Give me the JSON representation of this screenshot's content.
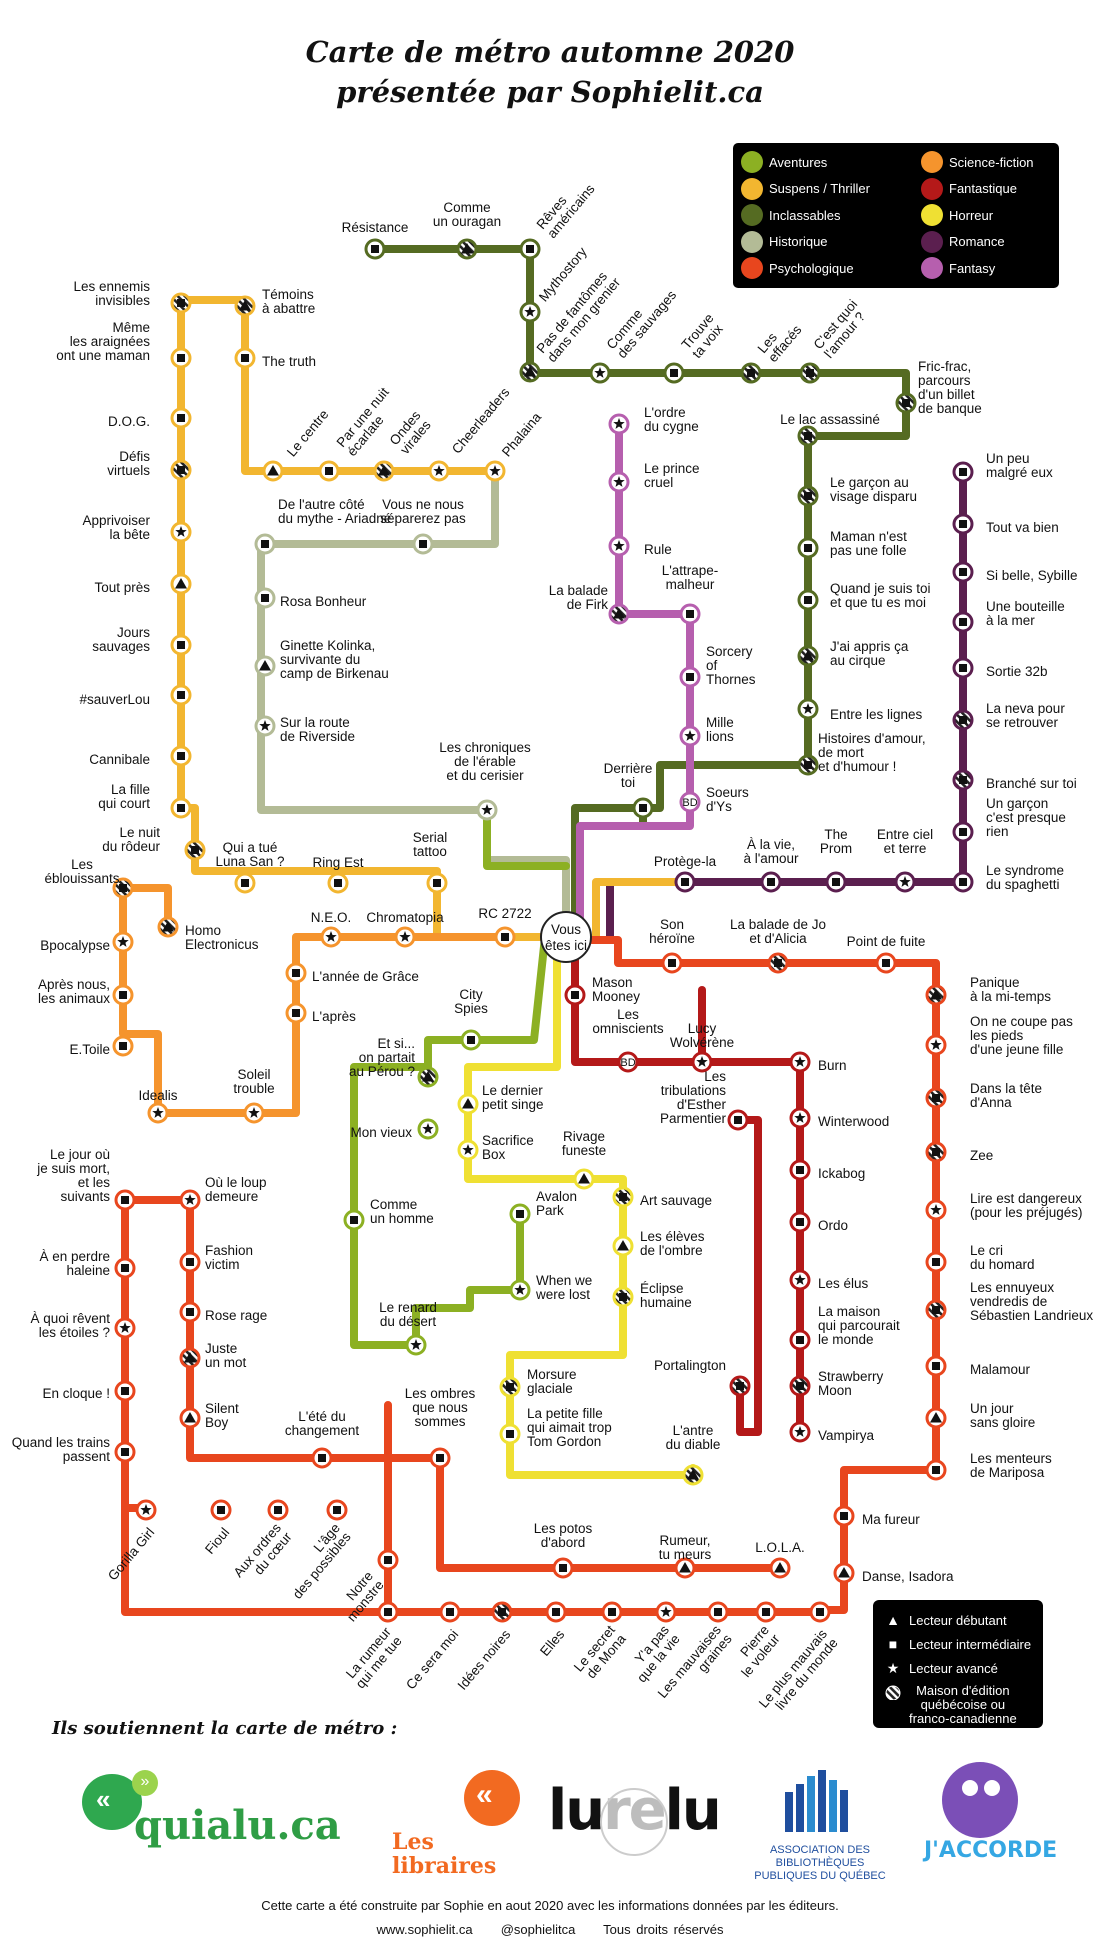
{
  "title": {
    "line1": "Carte de métro automne 2020",
    "line2": "présentée par Sophielit.ca"
  },
  "legend": [
    {
      "label": "Aventures",
      "color": "#8cb023"
    },
    {
      "label": "Suspens / Thriller",
      "color": "#f2b630"
    },
    {
      "label": "Inclassables",
      "color": "#556b22"
    },
    {
      "label": "Historique",
      "color": "#b3bb96"
    },
    {
      "label": "Psychologique",
      "color": "#e8461e"
    },
    {
      "label": "Science-fiction",
      "color": "#f5942d"
    },
    {
      "label": "Fantastique",
      "color": "#b41919"
    },
    {
      "label": "Horreur",
      "color": "#efe033"
    },
    {
      "label": "Romance",
      "color": "#5b1f4f"
    },
    {
      "label": "Fantasy",
      "color": "#b65fae"
    }
  ],
  "hub": {
    "line1": "Vous",
    "line2": "êtes ici"
  },
  "key": {
    "debutant": "Lecteur débutant",
    "intermediaire": "Lecteur intermédiaire",
    "avance": "Lecteur avancé",
    "maison_l1": "Maison d'édition",
    "maison_l2": "québécoise ou",
    "maison_l3": "franco-canadienne"
  },
  "support_title": "Ils soutiennent la carte de métro :",
  "logos": {
    "quialu": "quialu.ca",
    "libraires_l1": "Les",
    "libraires_l2": "libraires",
    "lurelu_a": "lu",
    "lurelu_b": "re",
    "lurelu_c": "lu",
    "abpq_l1": "ASSOCIATION DES BIBLIOTHÈQUES",
    "abpq_l2": "PUBLIQUES DU QUÉBEC",
    "jaccorde": "J'ACCORDE"
  },
  "footer": {
    "line1": "Cette carte a été construite par Sophie en aout 2020 avec les informations données par les éditeurs.",
    "site": "www.sophielit.ca",
    "handle": "@sophielitca",
    "rights": "Tous droits réservés"
  },
  "lines": [
    {
      "id": "yellow",
      "color": "#f2b630",
      "stations": [
        {
          "l": [
            "Les ennemis",
            "invisibles"
          ],
          "s": "Q"
        },
        {
          "l": [
            "Même",
            "les araignées",
            "ont une maman"
          ],
          "s": "sq"
        },
        {
          "l": [
            "D.O.G."
          ],
          "s": "sq"
        },
        {
          "l": [
            "Défis",
            "virtuels"
          ],
          "s": "Q"
        },
        {
          "l": [
            "Apprivoiser",
            "la bête"
          ],
          "s": "st"
        },
        {
          "l": [
            "Tout près"
          ],
          "s": "tr"
        },
        {
          "l": [
            "Jours",
            "sauvages"
          ],
          "s": "sq"
        },
        {
          "l": [
            "#sauverLou"
          ],
          "s": "sq"
        },
        {
          "l": [
            "Cannibale"
          ],
          "s": "sq"
        },
        {
          "l": [
            "La fille",
            "qui court"
          ],
          "s": "sq"
        },
        {
          "l": [
            "Le nuit",
            "du rôdeur"
          ],
          "s": "Q"
        },
        {
          "l": [
            "Qui a tué",
            "Luna San ?"
          ],
          "s": "sq"
        },
        {
          "l": [
            "Ring Est"
          ],
          "s": "sq"
        },
        {
          "l": [
            "Serial",
            "tattoo"
          ],
          "s": "sq"
        },
        {
          "l": [
            "Témoins",
            "à abattre"
          ],
          "s": "T"
        },
        {
          "l": [
            "The truth"
          ],
          "s": "sq"
        },
        {
          "l": [
            "Le centre"
          ],
          "s": "tr"
        },
        {
          "l": [
            "Par une nuit",
            "écarlate"
          ],
          "s": "sq"
        },
        {
          "l": [
            "Ondes",
            "virales"
          ],
          "s": "T"
        },
        {
          "l": [
            "Cheerleaders"
          ],
          "s": "st"
        },
        {
          "l": [
            "Phalaina"
          ],
          "s": "st"
        }
      ]
    },
    {
      "id": "historique",
      "color": "#b3bb96",
      "stations": [
        {
          "l": [
            "De l'autre côté",
            "du mythe - Ariadné"
          ],
          "s": "sq"
        },
        {
          "l": [
            "Vous ne nous",
            "séparerez pas"
          ],
          "s": "sq"
        },
        {
          "l": [
            "Rosa Bonheur"
          ],
          "s": "sq"
        },
        {
          "l": [
            "Ginette Kolinka,",
            "survivante du",
            "camp de Birkenau"
          ],
          "s": "tr"
        },
        {
          "l": [
            "Sur la route",
            "de Riverside"
          ],
          "s": "st"
        },
        {
          "l": [
            "Les chroniques",
            "de l'érable",
            "et du cerisier"
          ],
          "s": "st"
        }
      ]
    },
    {
      "id": "inclassables",
      "color": "#556b22",
      "stations": [
        {
          "l": [
            "Résistance"
          ],
          "s": "sq"
        },
        {
          "l": [
            "Comme",
            "un ouragan"
          ],
          "s": "T"
        },
        {
          "l": [
            "Rêves",
            "américains"
          ],
          "s": "sq"
        },
        {
          "l": [
            "Mythostory"
          ],
          "s": "st"
        },
        {
          "l": [
            "Pas de fantômes",
            "dans mon grenier"
          ],
          "s": "T"
        },
        {
          "l": [
            "Comme",
            "des sauvages"
          ],
          "s": "st"
        },
        {
          "l": [
            "Trouve",
            "ta voix"
          ],
          "s": "sq"
        },
        {
          "l": [
            "Les",
            "effacés"
          ],
          "s": "Q"
        },
        {
          "l": [
            "C'est quoi",
            "l'amour ?"
          ],
          "s": "Q"
        },
        {
          "l": [
            "Fric-frac,",
            "parcours",
            "d'un billet",
            "de banque"
          ],
          "s": "Q"
        },
        {
          "l": [
            "Le lac assassiné"
          ],
          "s": "Q"
        },
        {
          "l": [
            "Le garçon au",
            "visage disparu"
          ],
          "s": "Q"
        },
        {
          "l": [
            "Maman n'est",
            "pas une folle"
          ],
          "s": "sq"
        },
        {
          "l": [
            "Quand je suis toi",
            "et que tu es moi"
          ],
          "s": "sq"
        },
        {
          "l": [
            "J'ai appris ça",
            "au cirque"
          ],
          "s": "T"
        },
        {
          "l": [
            "Entre les lignes"
          ],
          "s": "st"
        },
        {
          "l": [
            "Histoires d'amour,",
            "de mort",
            "et d'humour !"
          ],
          "s": "Q"
        },
        {
          "l": [
            "Derrière",
            "toi"
          ],
          "s": "sq"
        }
      ]
    },
    {
      "id": "fantasy",
      "color": "#b65fae",
      "stations": [
        {
          "l": [
            "L'ordre",
            "du cygne"
          ],
          "s": "st"
        },
        {
          "l": [
            "Le prince",
            "cruel"
          ],
          "s": "st"
        },
        {
          "l": [
            "Rule"
          ],
          "s": "st"
        },
        {
          "l": [
            "La balade",
            "de Firk"
          ],
          "s": "T"
        },
        {
          "l": [
            "L'attrape-",
            "malheur"
          ],
          "s": "sq"
        },
        {
          "l": [
            "Sorcery",
            "of",
            "Thornes"
          ],
          "s": "sq"
        },
        {
          "l": [
            "Mille",
            "lions"
          ],
          "s": "st"
        },
        {
          "l": [
            "Soeurs",
            "d'Ys"
          ],
          "s": "bd"
        }
      ]
    },
    {
      "id": "romance",
      "color": "#5b1f4f",
      "stations": [
        {
          "l": [
            "Un peu",
            "malgré eux"
          ],
          "s": "sq"
        },
        {
          "l": [
            "Tout va bien"
          ],
          "s": "sq"
        },
        {
          "l": [
            "Si belle, Sybille"
          ],
          "s": "sq"
        },
        {
          "l": [
            "Une bouteille",
            "à la mer"
          ],
          "s": "sq"
        },
        {
          "l": [
            "Sortie 32b"
          ],
          "s": "sq"
        },
        {
          "l": [
            "La neva pour",
            "se retrouver"
          ],
          "s": "Q"
        },
        {
          "l": [
            "Branché sur toi"
          ],
          "s": "Q"
        },
        {
          "l": [
            "Un garçon",
            "c'est presque",
            "rien"
          ],
          "s": "sq"
        },
        {
          "l": [
            "Le syndrome",
            "du spaghetti"
          ],
          "s": "sq"
        },
        {
          "l": [
            "Entre ciel",
            "et terre"
          ],
          "s": "st"
        },
        {
          "l": [
            "The",
            "Prom"
          ],
          "s": "sq"
        },
        {
          "l": [
            "À la vie,",
            "à l'amour"
          ],
          "s": "sq"
        },
        {
          "l": [
            "Protège-la"
          ],
          "s": "sq"
        }
      ]
    },
    {
      "id": "scifi",
      "color": "#f5942d",
      "stations": [
        {
          "l": [
            "RC 2722"
          ],
          "s": "sq"
        },
        {
          "l": [
            "Chromatopia"
          ],
          "s": "st"
        },
        {
          "l": [
            "N.E.O."
          ],
          "s": "st"
        },
        {
          "l": [
            "L'année de Grâce"
          ],
          "s": "sq"
        },
        {
          "l": [
            "L'après"
          ],
          "s": "sq"
        },
        {
          "l": [
            "Soleil",
            "trouble"
          ],
          "s": "st"
        },
        {
          "l": [
            "Idealis"
          ],
          "s": "st"
        },
        {
          "l": [
            "E.Toile"
          ],
          "s": "sq"
        },
        {
          "l": [
            "Après nous,",
            "les animaux"
          ],
          "s": "sq"
        },
        {
          "l": [
            "Bpocalypse"
          ],
          "s": "st"
        },
        {
          "l": [
            "Les",
            "éblouissants"
          ],
          "s": "Q"
        },
        {
          "l": [
            "Homo",
            "Electronicus"
          ],
          "s": "T"
        }
      ]
    },
    {
      "id": "aventures",
      "color": "#8cb023",
      "stations": [
        {
          "l": [
            "City",
            "Spies"
          ],
          "s": "sq"
        },
        {
          "l": [
            "Et si...",
            "on partait",
            "au Pérou ?"
          ],
          "s": "T"
        },
        {
          "l": [
            "Mon vieux"
          ],
          "s": "st"
        },
        {
          "l": [
            "Comme",
            "un homme"
          ],
          "s": "sq"
        },
        {
          "l": [
            "Le renard",
            "du désert"
          ],
          "s": "st"
        },
        {
          "l": [
            "When we",
            "were lost"
          ],
          "s": "st"
        },
        {
          "l": [
            "Avalon",
            "Park"
          ],
          "s": "sq"
        }
      ]
    },
    {
      "id": "horreur",
      "color": "#efe033",
      "stations": [
        {
          "l": [
            "Le dernier",
            "petit singe"
          ],
          "s": "tr"
        },
        {
          "l": [
            "Sacrifice",
            "Box"
          ],
          "s": "st"
        },
        {
          "l": [
            "Rivage",
            "funeste"
          ],
          "s": "tr"
        },
        {
          "l": [
            "Art sauvage"
          ],
          "s": "Q"
        },
        {
          "l": [
            "Les élèves",
            "de l'ombre"
          ],
          "s": "tr"
        },
        {
          "l": [
            "Éclipse",
            "humaine"
          ],
          "s": "Q"
        },
        {
          "l": [
            "Morsure",
            "glaciale"
          ],
          "s": "Q"
        },
        {
          "l": [
            "La petite fille",
            "qui aimait trop",
            "Tom Gordon"
          ],
          "s": "sq"
        },
        {
          "l": [
            "L'antre",
            "du diable"
          ],
          "s": "T"
        }
      ]
    },
    {
      "id": "fantastique",
      "color": "#b41919",
      "stations": [
        {
          "l": [
            "Mason",
            "Mooney"
          ],
          "s": "sq"
        },
        {
          "l": [
            "Les",
            "omniscients"
          ],
          "s": "bd"
        },
        {
          "l": [
            "Lucy",
            "Wolvérène"
          ],
          "s": "st"
        },
        {
          "l": [
            "Burn"
          ],
          "s": "st"
        },
        {
          "l": [
            "Winterwood"
          ],
          "s": "st"
        },
        {
          "l": [
            "Ickabog"
          ],
          "s": "sq"
        },
        {
          "l": [
            "Ordo"
          ],
          "s": "sq"
        },
        {
          "l": [
            "Les élus"
          ],
          "s": "st"
        },
        {
          "l": [
            "La maison",
            "qui parcourait",
            "le monde"
          ],
          "s": "sq"
        },
        {
          "l": [
            "Strawberry",
            "Moon"
          ],
          "s": "Q"
        },
        {
          "l": [
            "Vampirya"
          ],
          "s": "st"
        },
        {
          "l": [
            "Les",
            "tribulations",
            "d'Esther",
            "Parmentier"
          ],
          "s": "sq"
        },
        {
          "l": [
            "Portalington"
          ],
          "s": "Q"
        }
      ]
    },
    {
      "id": "psycho",
      "color": "#e8461e",
      "stations": [
        {
          "l": [
            "Son",
            "héroïne"
          ],
          "s": "sq"
        },
        {
          "l": [
            "La balade de Jo",
            "et d'Alicia"
          ],
          "s": "Q"
        },
        {
          "l": [
            "Point de fuite"
          ],
          "s": "sq"
        },
        {
          "l": [
            "Panique",
            "à la mi-temps"
          ],
          "s": "T"
        },
        {
          "l": [
            "On ne coupe pas",
            "les pieds",
            "d'une jeune fille"
          ],
          "s": "st"
        },
        {
          "l": [
            "Dans la tête",
            "d'Anna"
          ],
          "s": "Q"
        },
        {
          "l": [
            "Zee"
          ],
          "s": "Q"
        },
        {
          "l": [
            "Lire est dangereux",
            "(pour les préjugés)"
          ],
          "s": "st"
        },
        {
          "l": [
            "Le cri",
            "du homard"
          ],
          "s": "sq"
        },
        {
          "l": [
            "Les ennuyeux",
            "vendredis de",
            "Sébastien Landrieux"
          ],
          "s": "Q"
        },
        {
          "l": [
            "Malamour"
          ],
          "s": "sq"
        },
        {
          "l": [
            "Un jour",
            "sans gloire"
          ],
          "s": "tr"
        },
        {
          "l": [
            "Les menteurs",
            "de Mariposa"
          ],
          "s": "sq"
        },
        {
          "l": [
            "Ma fureur"
          ],
          "s": "sq"
        },
        {
          "l": [
            "Danse, Isadora"
          ],
          "s": "tr"
        },
        {
          "l": [
            "Le plus mauvais",
            "livre du monde"
          ],
          "s": "sq"
        },
        {
          "l": [
            "Pierre",
            "le voleur"
          ],
          "s": "sq"
        },
        {
          "l": [
            "Les mauvaises",
            "graines"
          ],
          "s": "sq"
        },
        {
          "l": [
            "Y'a pas",
            "que la vie"
          ],
          "s": "st"
        },
        {
          "l": [
            "Le secret",
            "de Mona"
          ],
          "s": "sq"
        },
        {
          "l": [
            "Elles"
          ],
          "s": "sq"
        },
        {
          "l": [
            "Idées noires"
          ],
          "s": "Q"
        },
        {
          "l": [
            "Ce sera moi"
          ],
          "s": "sq"
        },
        {
          "l": [
            "La rumeur",
            "qui me tue"
          ],
          "s": "sq"
        },
        {
          "l": [
            "Notre",
            "monstre"
          ],
          "s": "sq"
        },
        {
          "l": [
            "L'âge",
            "des possibles"
          ],
          "s": "sq"
        },
        {
          "l": [
            "Aux ordres",
            "du cœur"
          ],
          "s": "sq"
        },
        {
          "l": [
            "Fioul"
          ],
          "s": "sq"
        },
        {
          "l": [
            "Gorilla Girl"
          ],
          "s": "st"
        },
        {
          "l": [
            "Quand les trains",
            "passent"
          ],
          "s": "sq"
        },
        {
          "l": [
            "En cloque !"
          ],
          "s": "sq"
        },
        {
          "l": [
            "À quoi rêvent",
            "les étoiles ?"
          ],
          "s": "st"
        },
        {
          "l": [
            "À en perdre",
            "haleine"
          ],
          "s": "sq"
        },
        {
          "l": [
            "Le jour où",
            "je suis mort,",
            "et les",
            "suivants"
          ],
          "s": "sq"
        },
        {
          "l": [
            "Où le loup",
            "demeure"
          ],
          "s": "st"
        },
        {
          "l": [
            "Fashion",
            "victim"
          ],
          "s": "sq"
        },
        {
          "l": [
            "Rose rage"
          ],
          "s": "sq"
        },
        {
          "l": [
            "Juste",
            "un mot"
          ],
          "s": "T"
        },
        {
          "l": [
            "Silent",
            "Boy"
          ],
          "s": "tr"
        },
        {
          "l": [
            "L'été du",
            "changement"
          ],
          "s": "sq"
        },
        {
          "l": [
            "Les ombres",
            "que nous",
            "sommes"
          ],
          "s": "sq"
        },
        {
          "l": [
            "Les potos",
            "d'abord"
          ],
          "s": "sq"
        },
        {
          "l": [
            "Rumeur,",
            "tu meurs"
          ],
          "s": "tr"
        },
        {
          "l": [
            "L.O.L.A."
          ],
          "s": "tr"
        }
      ]
    }
  ]
}
